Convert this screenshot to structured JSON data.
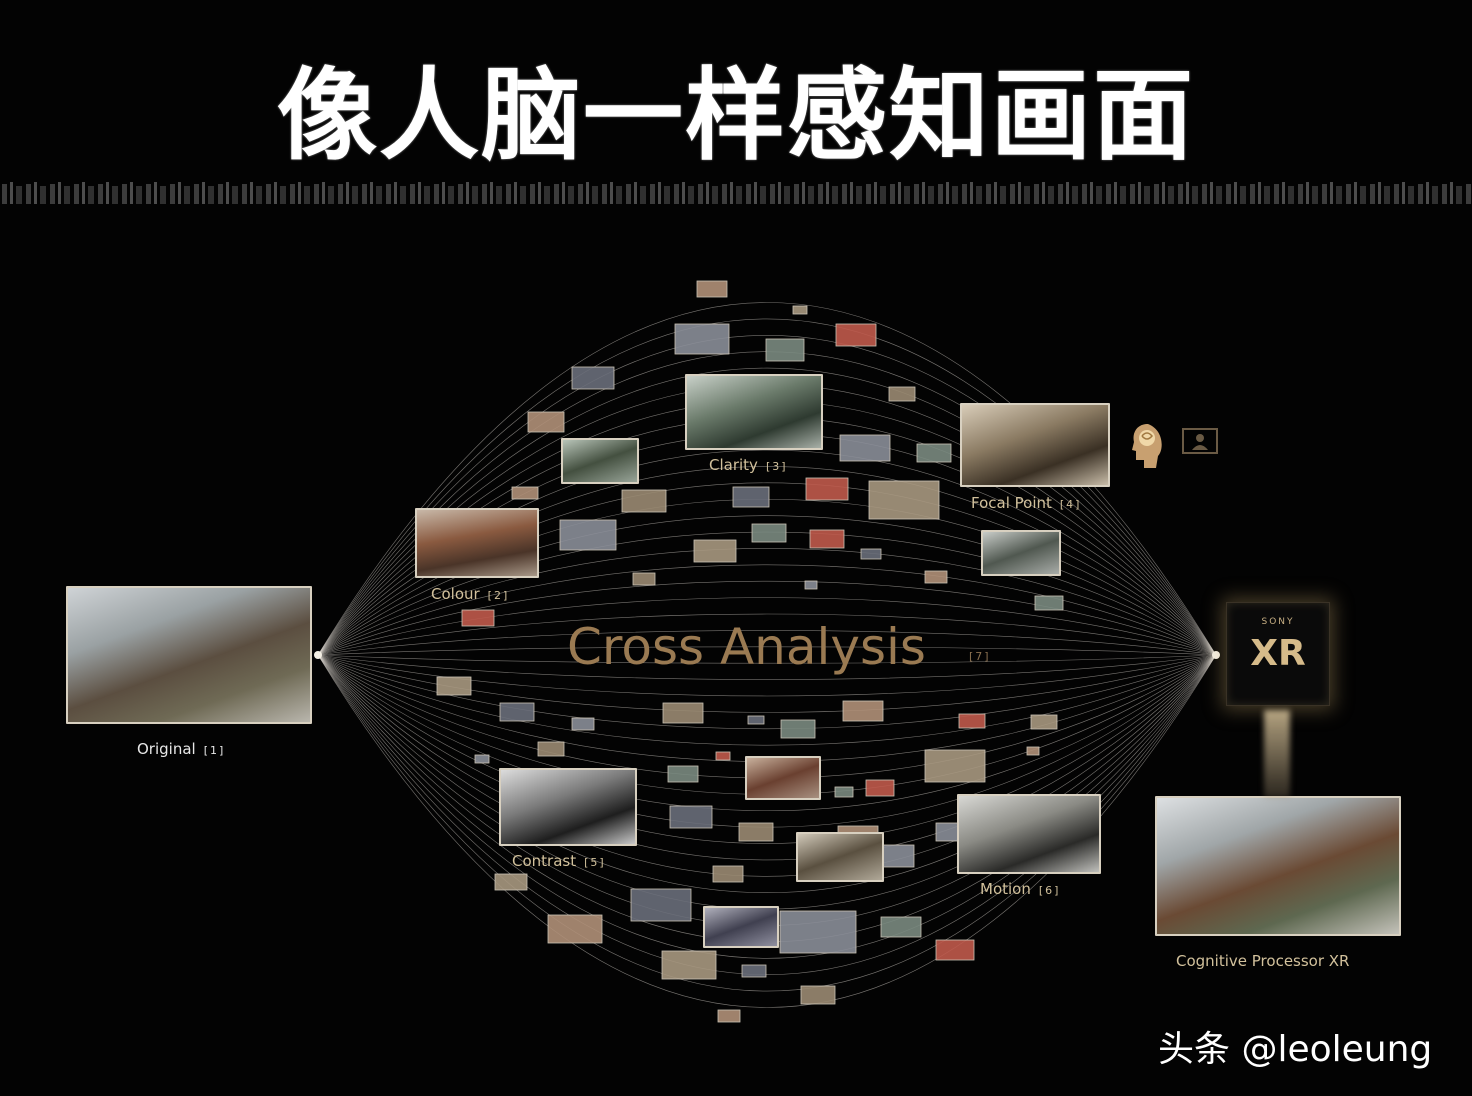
{
  "title": "像人脑一样感知画面",
  "diagram": {
    "center": "Cross Analysis",
    "center_tag": "[7]",
    "processor": {
      "brand": "SONY",
      "logo": "XR"
    },
    "nodes": [
      {
        "key": "original",
        "label": "Original",
        "tag": "[1]"
      },
      {
        "key": "colour",
        "label": "Colour",
        "tag": "[2]"
      },
      {
        "key": "clarity",
        "label": "Clarity",
        "tag": "[3]"
      },
      {
        "key": "focal",
        "label": "Focal Point",
        "tag": "[4]"
      },
      {
        "key": "contrast",
        "label": "Contrast",
        "tag": "[5]"
      },
      {
        "key": "motion",
        "label": "Motion",
        "tag": "[6]"
      },
      {
        "key": "output",
        "label": "Cognitive Processor XR",
        "tag": ""
      }
    ],
    "icons": [
      "brain-head-icon",
      "screen-person-icon"
    ],
    "colors": {
      "gold": "#d2c19c",
      "accent_red": "#c0604c",
      "background": "#030303"
    }
  },
  "watermark": "头条 @leoleung"
}
